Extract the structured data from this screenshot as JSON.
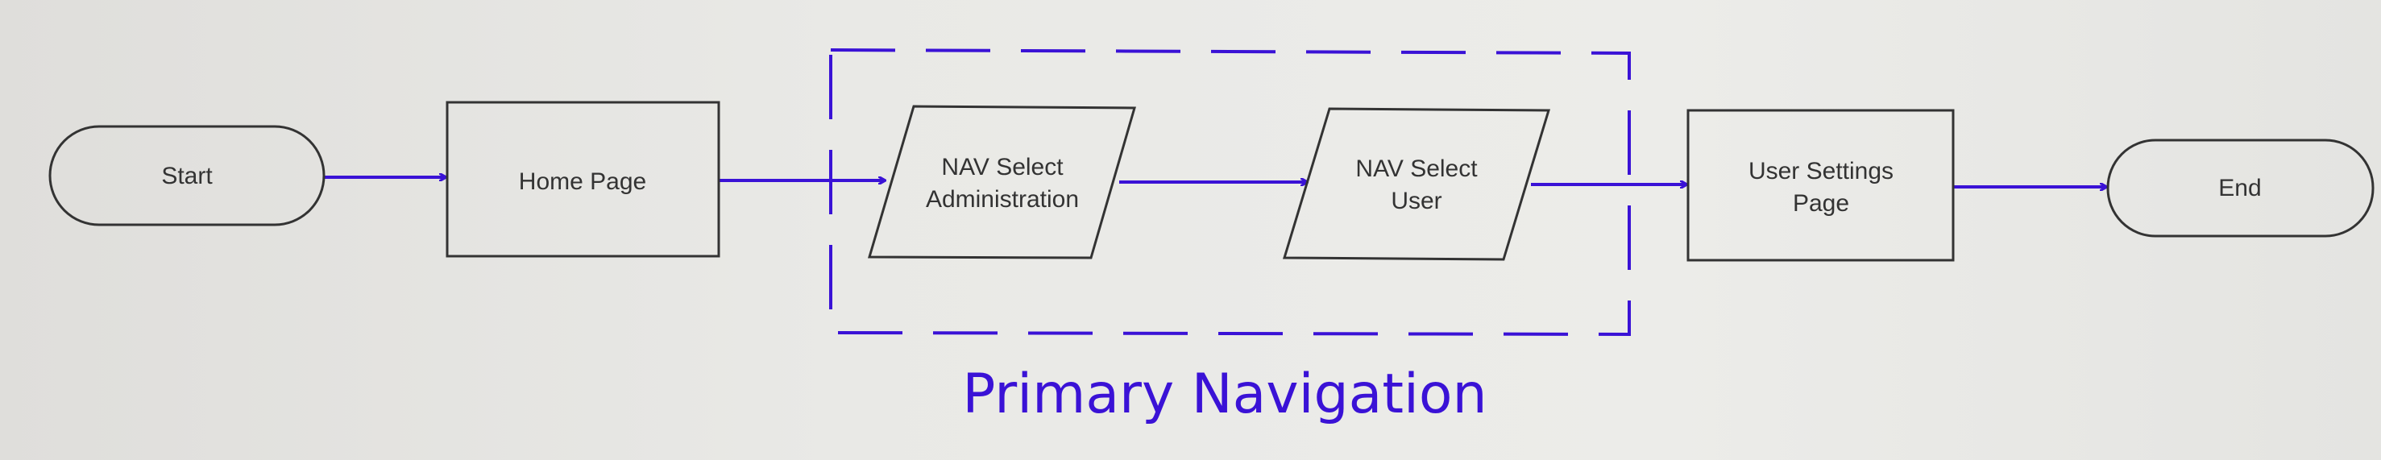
{
  "colors": {
    "accent": "#3a12d6",
    "shape_stroke": "#333333"
  },
  "nodes": {
    "start": {
      "label": "Start"
    },
    "home": {
      "label": "Home Page"
    },
    "nav_admin": {
      "line1": "NAV Select",
      "line2": "Administration"
    },
    "nav_user": {
      "line1": "NAV Select",
      "line2": "User"
    },
    "settings": {
      "line1": "User Settings",
      "line2": "Page"
    },
    "end": {
      "label": "End"
    }
  },
  "group": {
    "title": "Primary Navigation"
  }
}
